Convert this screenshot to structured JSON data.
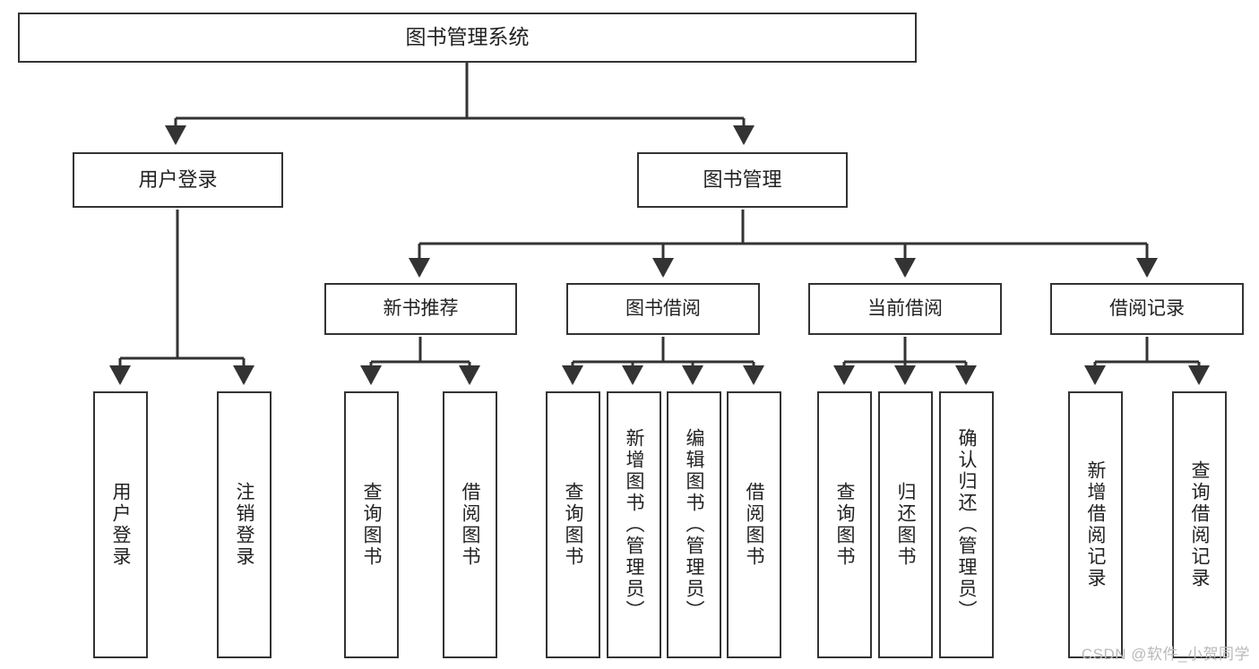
{
  "diagram": {
    "title": "图书管理系统",
    "type": "tree",
    "watermark": "CSDN @软件_小贺同学",
    "colors": {
      "background": "#ffffff",
      "box_border": "#333333",
      "box_fill": "#ffffff",
      "text": "#222222",
      "connector": "#333333",
      "watermark": "#b9b9b9"
    },
    "nodes": {
      "root": {
        "label": "图书管理系统"
      },
      "level2": [
        {
          "label": "用户登录"
        },
        {
          "label": "图书管理"
        }
      ],
      "level3": [
        {
          "label": "新书推荐"
        },
        {
          "label": "图书借阅"
        },
        {
          "label": "当前借阅"
        },
        {
          "label": "借阅记录"
        }
      ],
      "leaves": {
        "user_login": [
          {
            "label": "用户登录"
          },
          {
            "label": "注销登录"
          }
        ],
        "new_book_recommend": [
          {
            "label": "查询图书"
          },
          {
            "label": "借阅图书"
          }
        ],
        "book_borrow": [
          {
            "label": "查询图书"
          },
          {
            "label": "新增图书（管理员）"
          },
          {
            "label": "编辑图书（管理员）"
          },
          {
            "label": "借阅图书"
          }
        ],
        "current_borrow": [
          {
            "label": "查询图书"
          },
          {
            "label": "归还图书"
          },
          {
            "label": "确认归还（管理员）"
          }
        ],
        "borrow_records": [
          {
            "label": "新增借阅记录"
          },
          {
            "label": "查询借阅记录"
          }
        ]
      }
    }
  }
}
